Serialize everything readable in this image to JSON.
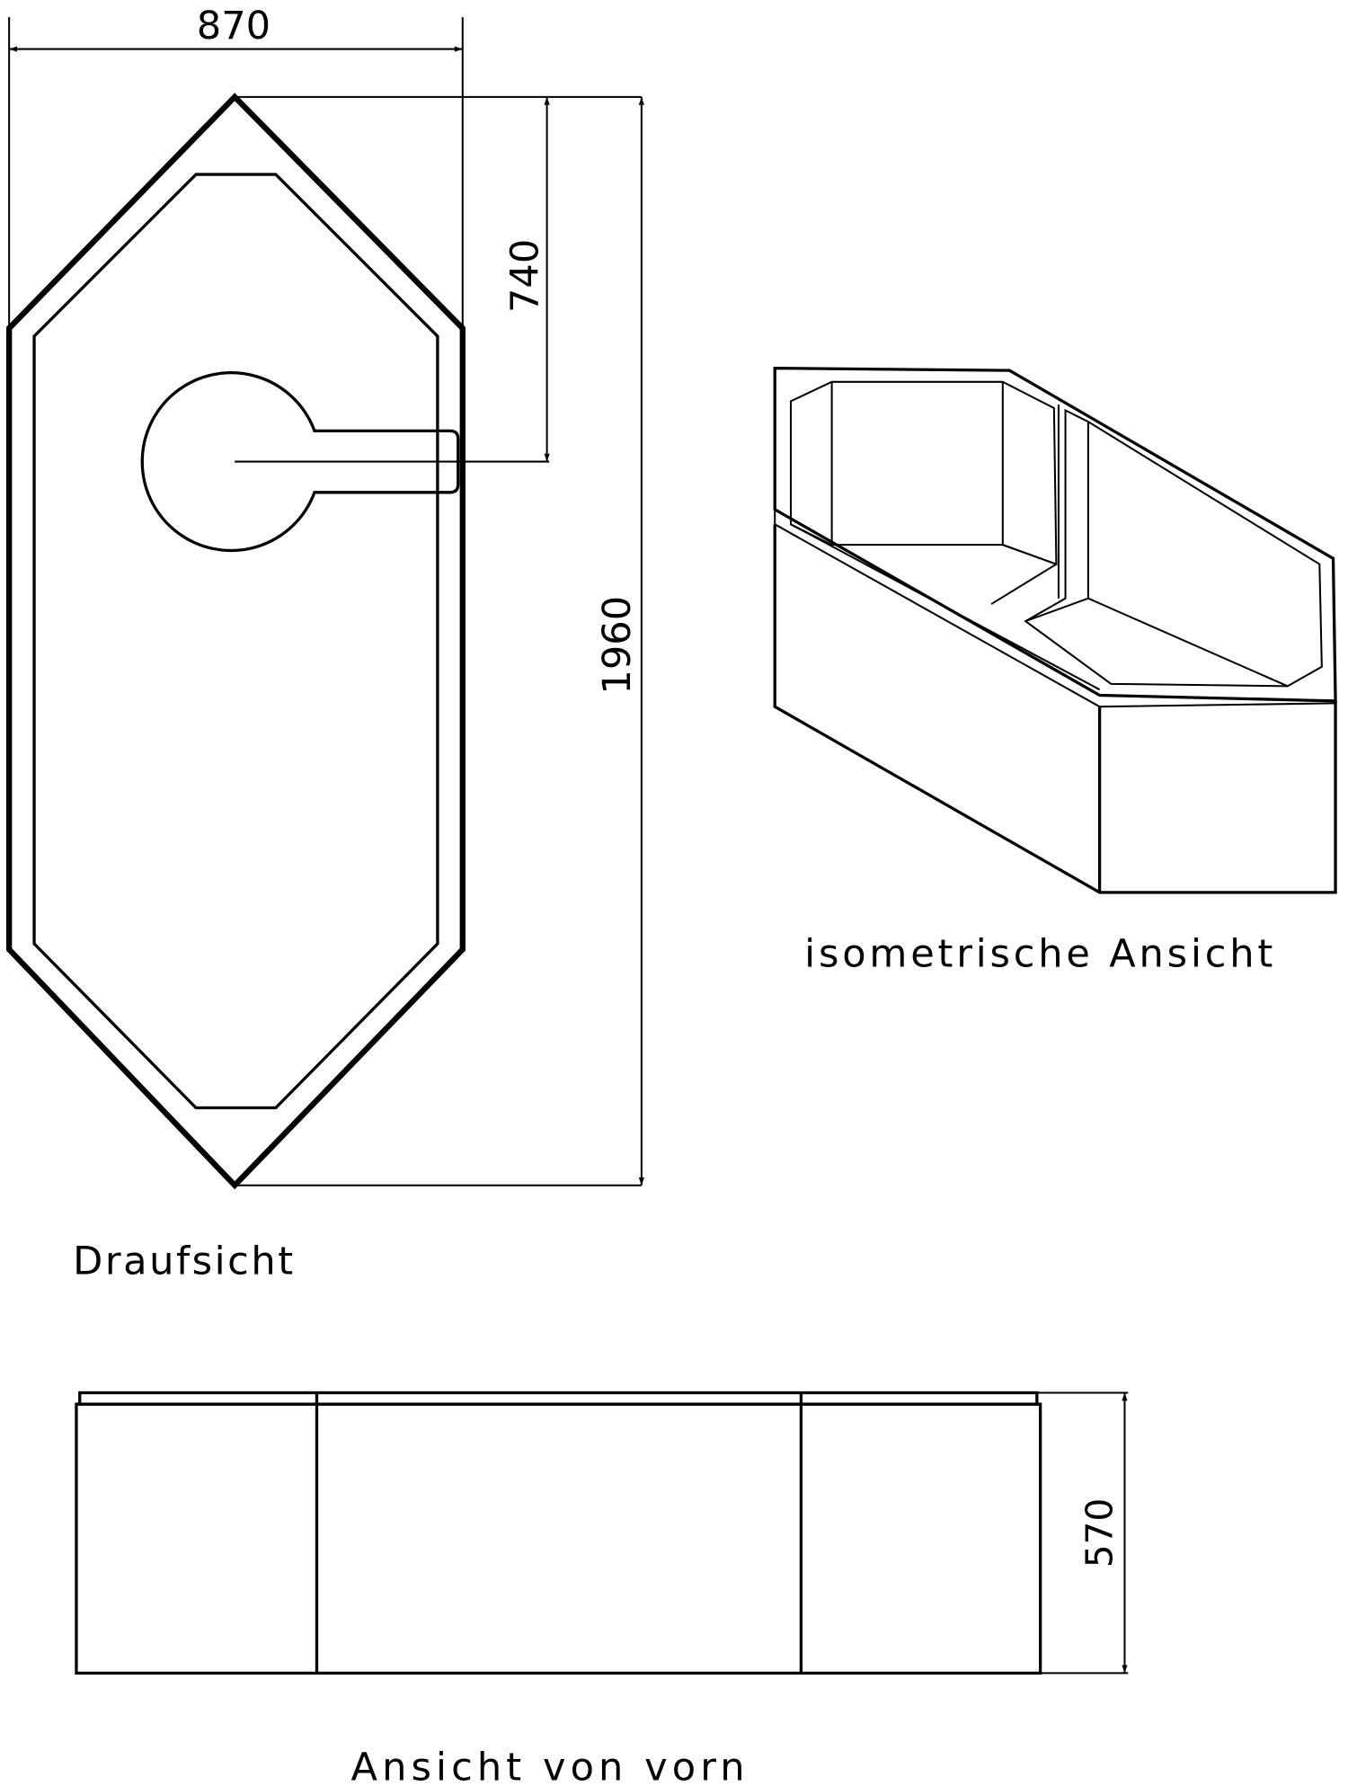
{
  "top_view": {
    "label": "Draufsicht",
    "dim_width": "870",
    "dim_drain": "740",
    "dim_length": "1960"
  },
  "iso_view": {
    "label": "isometrische Ansicht"
  },
  "front_view": {
    "label": "Ansicht von vorn",
    "dim_height": "570"
  }
}
